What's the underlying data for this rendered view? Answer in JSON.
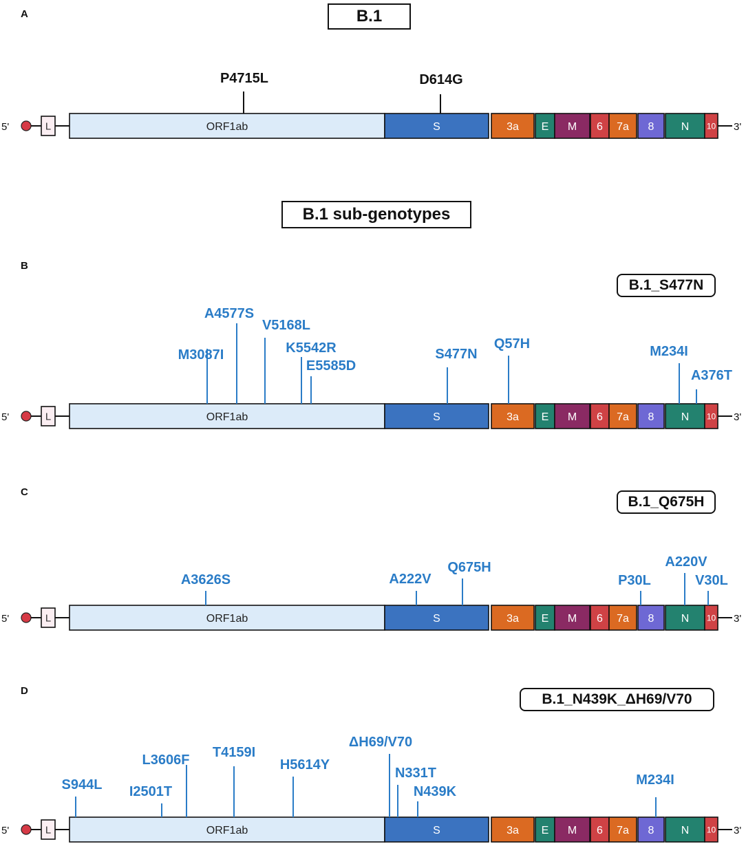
{
  "section_titles": {
    "main": "B.1",
    "sub": "B.1 sub-genotypes"
  },
  "genome": {
    "five_prime": "5'",
    "three_prime": "3'",
    "colors": {
      "leader_fill": "#fbeef2",
      "orf1ab_fill": "#dcebf9",
      "s_fill": "#3b73c0",
      "orf3a_fill": "#db6a22",
      "e_fill": "#23826f",
      "m_fill": "#8a2a63",
      "orf6_fill": "#cf4245",
      "orf7a_fill": "#db6a22",
      "orf8_fill": "#6e68d4",
      "n_fill": "#23826f",
      "orf10_fill": "#cf4245",
      "cap_fill": "#d63a46",
      "mutation_blue": "#2a7cc7",
      "mutation_black": "#111111"
    },
    "genes": [
      {
        "id": "L",
        "label": "L"
      },
      {
        "id": "ORF1ab",
        "label": "ORF1ab"
      },
      {
        "id": "S",
        "label": "S"
      },
      {
        "id": "3a",
        "label": "3a"
      },
      {
        "id": "E",
        "label": "E"
      },
      {
        "id": "M",
        "label": "M"
      },
      {
        "id": "6",
        "label": "6"
      },
      {
        "id": "7a",
        "label": "7a"
      },
      {
        "id": "8",
        "label": "8"
      },
      {
        "id": "N",
        "label": "N"
      },
      {
        "id": "10",
        "label": "10"
      }
    ]
  },
  "panels": [
    {
      "letter": "A",
      "title": "B.1",
      "mutation_color": "black",
      "mutations": [
        {
          "label": "P4715L"
        },
        {
          "label": "D614G"
        }
      ]
    },
    {
      "letter": "B",
      "title": "B.1_S477N",
      "mutation_color": "blue",
      "mutations": [
        {
          "label": "M3087I"
        },
        {
          "label": "A4577S"
        },
        {
          "label": "V5168L"
        },
        {
          "label": "K5542R"
        },
        {
          "label": "E5585D"
        },
        {
          "label": "S477N"
        },
        {
          "label": "Q57H"
        },
        {
          "label": "M234I"
        },
        {
          "label": "A376T"
        }
      ]
    },
    {
      "letter": "C",
      "title": "B.1_Q675H",
      "mutation_color": "blue",
      "mutations": [
        {
          "label": "A3626S"
        },
        {
          "label": "A222V"
        },
        {
          "label": "Q675H"
        },
        {
          "label": "P30L"
        },
        {
          "label": "A220V"
        },
        {
          "label": "V30L"
        }
      ]
    },
    {
      "letter": "D",
      "title": "B.1_N439K_ΔH69/V70",
      "mutation_color": "blue",
      "mutations": [
        {
          "label": "S944L"
        },
        {
          "label": "I2501T"
        },
        {
          "label": "L3606F"
        },
        {
          "label": "T4159I"
        },
        {
          "label": "H5614Y"
        },
        {
          "label": "ΔH69/V70"
        },
        {
          "label": "N331T"
        },
        {
          "label": "N439K"
        },
        {
          "label": "M234I"
        }
      ]
    }
  ]
}
